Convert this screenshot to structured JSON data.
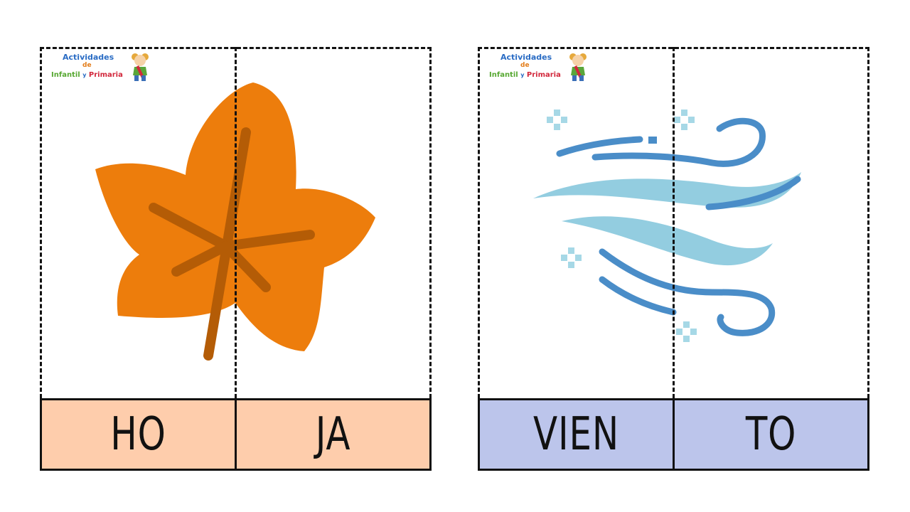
{
  "cards": [
    {
      "word": "hoja",
      "syllables": [
        "HO",
        "JA"
      ],
      "label_color": "#fecdac",
      "illustration": "maple-leaf-icon",
      "illustration_colors": {
        "leaf": "#ed7d0c",
        "veins": "#b45c06"
      }
    },
    {
      "word": "viento",
      "syllables": [
        "VIEN",
        "TO"
      ],
      "label_color": "#bcc5eb",
      "illustration": "wind-icon",
      "illustration_colors": {
        "dark": "#4a8dc8",
        "light": "#93cde0",
        "sparkle": "#a6d8e6"
      }
    }
  ],
  "logo": {
    "line1": "Actividades",
    "line2": "de",
    "line3a": "Infantil",
    "line3b": "y",
    "line3c": "Primaria"
  }
}
